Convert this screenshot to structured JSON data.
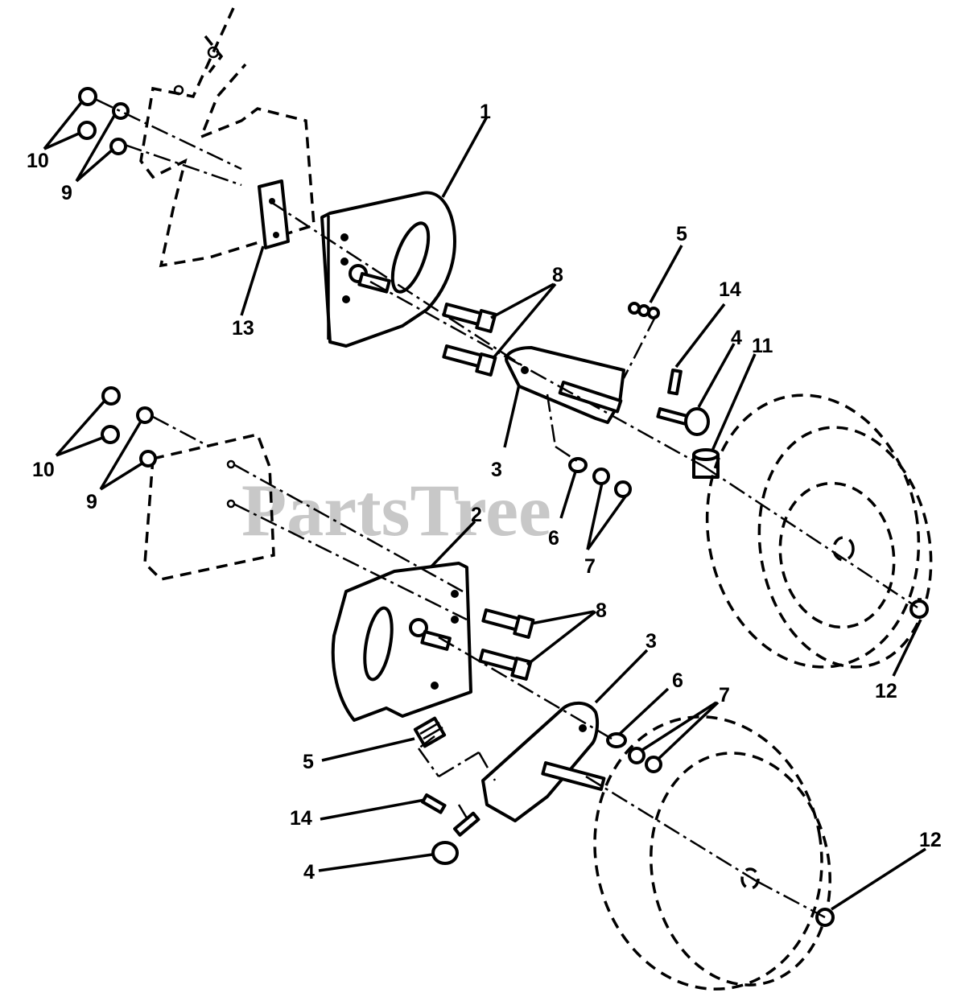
{
  "watermark": "PartsTree",
  "callouts": {
    "c1": "1",
    "c2": "2",
    "c3a": "3",
    "c3b": "3",
    "c4a": "4",
    "c4b": "4",
    "c5a": "5",
    "c5b": "5",
    "c6a": "6",
    "c6b": "6",
    "c7a": "7",
    "c7b": "7",
    "c8a": "8",
    "c8b": "8",
    "c9a": "9",
    "c9b": "9",
    "c10a": "10",
    "c10b": "10",
    "c11": "11",
    "c12a": "12",
    "c12b": "12",
    "c13": "13",
    "c14a": "14",
    "c14b": "14"
  }
}
